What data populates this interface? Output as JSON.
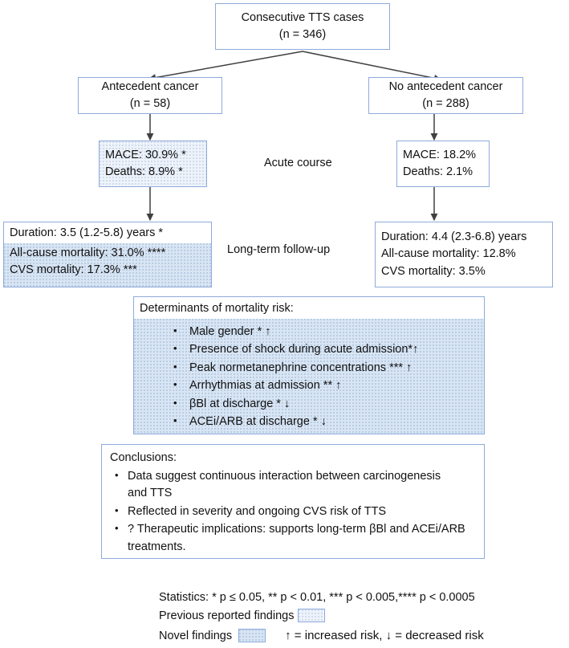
{
  "figure": {
    "type": "flowchart",
    "title": "Consecutive TTS cases study flow"
  },
  "nodes": {
    "root": {
      "line1": "Consecutive TTS cases",
      "line2": "(n = 346)"
    },
    "cancer": {
      "line1": "Antecedent cancer",
      "line2": "(n = 58)"
    },
    "no_cancer": {
      "line1": "No antecedent cancer",
      "line2": "(n = 288)"
    },
    "acute_cancer": {
      "line1": "MACE: 30.9% *",
      "line2": "Deaths: 8.9% *"
    },
    "acute_no_cancer": {
      "line1": "MACE: 18.2%",
      "line2": "Deaths: 2.1%"
    },
    "followup_cancer": {
      "duration": "Duration: 3.5 (1.2-5.8) years *",
      "all_cause": "All-cause mortality: 31.0% ****",
      "cvs": "CVS mortality: 17.3% ***"
    },
    "followup_no_cancer": {
      "duration": "Duration: 4.4 (2.3-6.8) years",
      "all_cause": "All-cause mortality: 12.8%",
      "cvs": "CVS mortality: 3.5%"
    },
    "determinants": {
      "heading": "Determinants of mortality risk:",
      "items": [
        "Male gender * ↑",
        "Presence of shock during acute admission*↑",
        "Peak normetanephrine concentrations *** ↑",
        "Arrhythmias at admission ** ↑",
        "βBl at discharge * ↓",
        "ACEi/ARB at discharge * ↓"
      ]
    },
    "conclusions": {
      "heading": "Conclusions:",
      "items": [
        "Data suggest continuous interaction between carcinogenesis and TTS",
        "Reflected in severity and ongoing CVS risk of TTS",
        "? Therapeutic implications: supports long-term βBl and ACEi/ARB treatments."
      ]
    }
  },
  "stage_labels": {
    "acute": "Acute course",
    "longterm": "Long-term follow-up"
  },
  "legend": {
    "statistics": "Statistics:  * p ≤ 0.05, ** p < 0.01, *** p < 0.005,**** p < 0.0005",
    "previous_label": "Previous reported findings",
    "novel_label": "Novel findings",
    "arrows_note": "↑ = increased risk, ↓ = decreased risk"
  },
  "colors": {
    "border": "#8faadc",
    "previous_fill": "#eef3fa",
    "novel_fill": "#d9e5f3",
    "connector": "#404040",
    "text": "#111111"
  }
}
